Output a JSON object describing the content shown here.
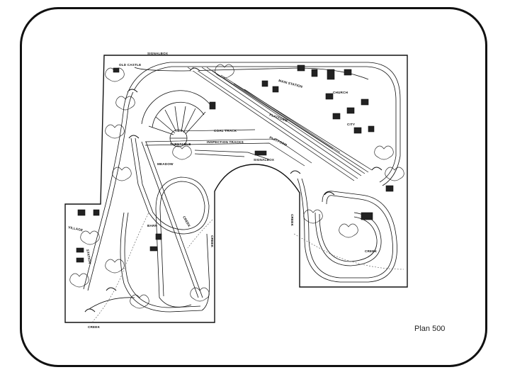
{
  "caption": "Plan 500",
  "labels": {
    "signalbox_top": "SIGNALBOX",
    "old_castle": "OLD CASTLE",
    "turntable": "TURNTABLE",
    "coal_track": "COAL TRACK",
    "inspection_tracks": "INSPECTION TRACKS",
    "platform_1": "PLATFORM",
    "platform_2": "PLATFORM",
    "main_station": "MAIN STATION",
    "church": "CHURCH",
    "city": "CITY",
    "meadow": "MEADOW",
    "signalbox_mid": "SIGNALBOX",
    "village": "VILLAGE",
    "station": "STATION",
    "creek_bottom": "CREEK",
    "creek_mid": "CREEK",
    "creek_center": "CREEK",
    "creek_right": "CREEK",
    "creek_right2": "CREEK",
    "barn": "BARN"
  },
  "colors": {
    "ink": "#111111",
    "paper": "#ffffff"
  }
}
